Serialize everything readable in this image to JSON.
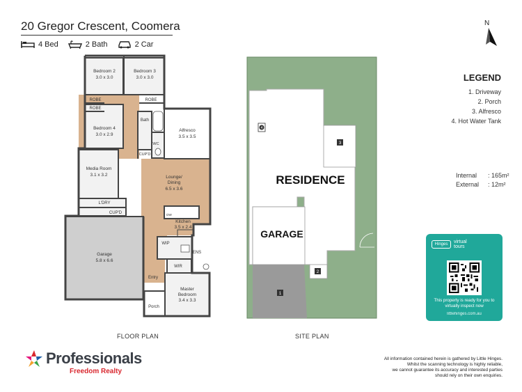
{
  "header": {
    "address": "20 Gregor Crescent, Coomera",
    "features": [
      {
        "icon": "bed-icon",
        "label": "4 Bed"
      },
      {
        "icon": "bathtub-icon",
        "label": "2 Bath"
      },
      {
        "icon": "car-icon",
        "label": "2 Car"
      }
    ]
  },
  "compass": {
    "label": "N"
  },
  "floor_plan": {
    "caption": "FLOOR PLAN",
    "rooms": {
      "bedroom2": {
        "name": "Bedroom 2",
        "size": "3.0 x 3.0"
      },
      "bedroom3": {
        "name": "Bedroom 3",
        "size": "3.0 x 3.0"
      },
      "robe1": "ROBE",
      "robe2": "ROBE",
      "robe3": "ROBE",
      "bedroom4": {
        "name": "Bedroom 4",
        "size": "3.0 x 2.9"
      },
      "bath": "Bath",
      "wc": "WC",
      "cupd1": "CUP'D",
      "alfresco": {
        "name": "Alfresco",
        "size": "3.5 x 3.5"
      },
      "media": {
        "name": "Media Room",
        "size": "3.1 x 3.2"
      },
      "lounge": {
        "name": "Lounge/",
        "name2": "Dining",
        "size": "6.5 x 3.6"
      },
      "ldry": "L'DRY",
      "cupd2": "CUP'D",
      "dw": "DW",
      "kitchen": {
        "name": "Kitchen",
        "size": "3.5 x 2.4"
      },
      "garage": {
        "name": "Garage",
        "size": "5.8 x 6.6"
      },
      "wip": "WIP",
      "ens": "ENS",
      "wir": "WIR",
      "entry": "Entry",
      "master": {
        "name": "Master",
        "name2": "Bedroom",
        "size": "3.4 x 3.3"
      },
      "porch": "Porch"
    }
  },
  "site_plan": {
    "caption": "SITE PLAN",
    "residence": "RESIDENCE",
    "garage": "GARAGE",
    "markers": [
      "1",
      "2",
      "3",
      "4"
    ]
  },
  "legend": {
    "title": "LEGEND",
    "items": [
      "1. Driveway",
      "2. Porch",
      "3. Alfresco",
      "4. Hot Water Tank"
    ]
  },
  "areas": [
    {
      "label": "Internal",
      "value": ": 165m²"
    },
    {
      "label": "External",
      "value": ":  12m²"
    }
  ],
  "virtual_tour": {
    "brand": "Hinges",
    "brand2": "virtual",
    "brand3": "tours",
    "text": "This property is ready for you to virtually inspect now",
    "url": "littlehinges.com.au"
  },
  "agency": {
    "name": "Professionals",
    "sub": "Freedom Realty",
    "colors": {
      "red": "#d9282f",
      "blue": "#1f5fa8",
      "green": "#3aa54a",
      "orange": "#f2a12e"
    }
  },
  "disclaimer": {
    "line1": "All information contained herein is gathered by Little Hinges.",
    "line2": "Whilst the scanning technology is highly reliable,",
    "line3": "we cannot guarantee its accuracy and interested parties",
    "line4": "should rely on their own enquiries."
  },
  "colors": {
    "floor_wood": "#d9b38f",
    "floor_tile": "#f2f2f2",
    "garage_floor": "#cfcfcf",
    "grass": "#8eaf8a",
    "driveway": "#9a9a9a",
    "accent": "#20a89a"
  }
}
